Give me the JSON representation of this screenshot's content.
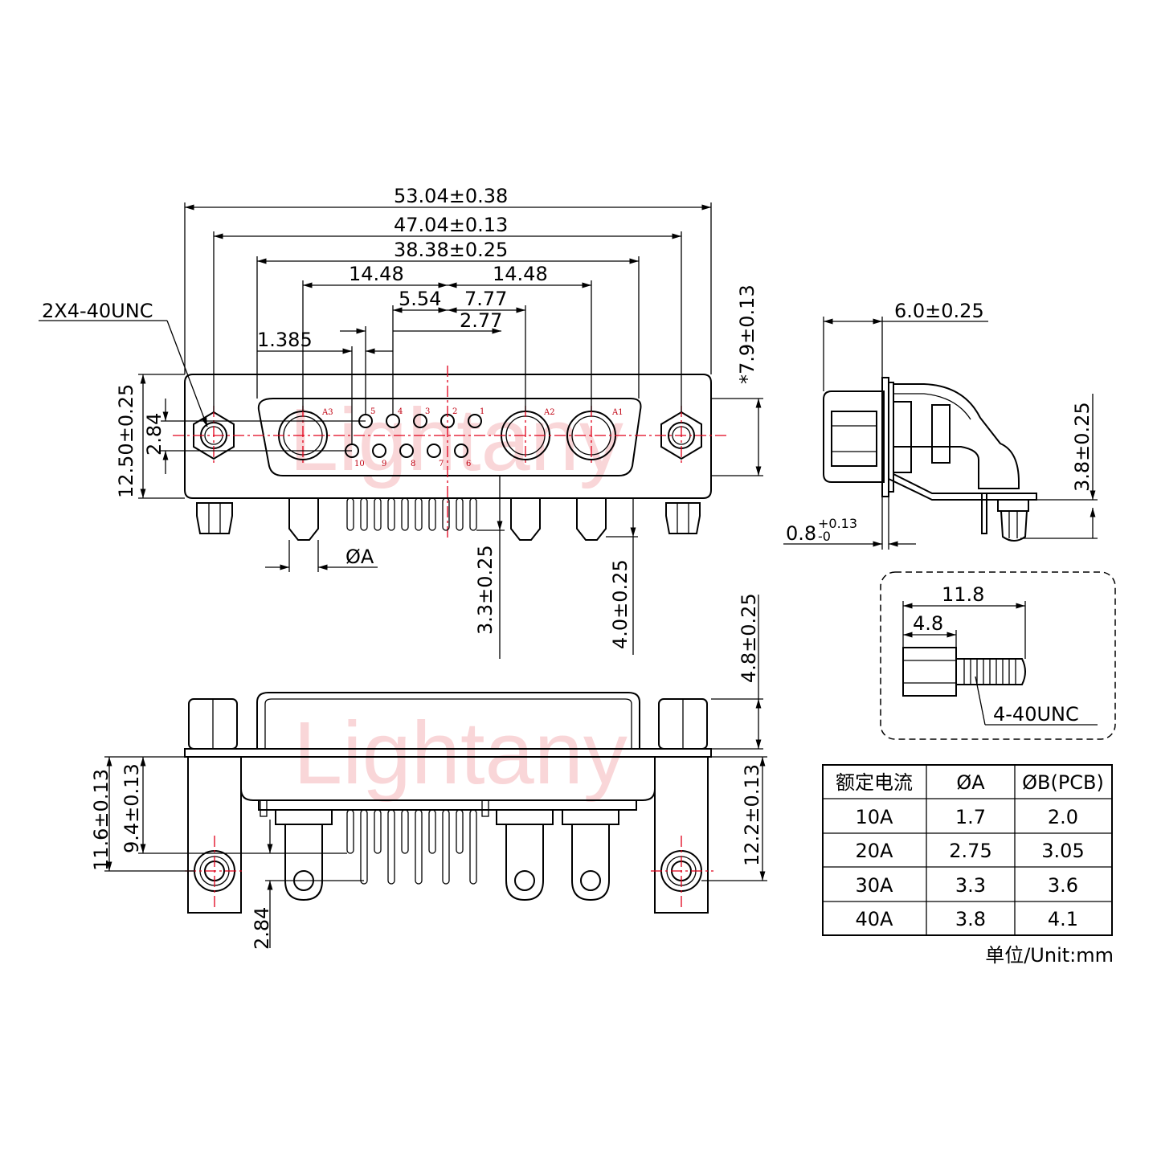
{
  "watermark": "Lightany",
  "front_view": {
    "dims": {
      "overall": "53.04±0.38",
      "mount_holes": "47.04±0.13",
      "shell": "38.38±0.25",
      "left_pitch": "14.48",
      "right_pitch": "14.48",
      "half_row1": "5.54",
      "a2_offset": "7.77",
      "row2_offset": "2.77",
      "stagger": "1.385",
      "thread": "2X4-40UNC",
      "height": "12.50±0.25",
      "row_spacing": "2.84",
      "flange_height": "*7.9±0.13",
      "pin_dia": "ØA",
      "pin_len_signal": "3.3±0.25",
      "pin_len_power": "4.0±0.25"
    },
    "pin_labels": [
      "A3",
      "5",
      "4",
      "3",
      "2",
      "1",
      "A2",
      "A1",
      "10",
      "9",
      "8",
      "7",
      "6"
    ]
  },
  "side_view": {
    "dims": {
      "depth": "6.0±0.25",
      "pin_height": "3.8±0.25",
      "plate": "0.8",
      "plate_tol_upper": "+0.13",
      "plate_tol_lower": "-0"
    }
  },
  "screw_detail": {
    "length": "11.8",
    "hex": "4.8",
    "thread": "4-40UNC"
  },
  "bottom_view": {
    "dims": {
      "hex_height": "4.8±0.25",
      "left_outer": "11.6±0.13",
      "left_inner": "9.4±0.13",
      "right": "12.2±0.13",
      "row": "2.84"
    }
  },
  "table": {
    "headers": [
      "额定电流",
      "ØA",
      "ØB(PCB)"
    ],
    "rows": [
      [
        "10A",
        "1.7",
        "2.0"
      ],
      [
        "20A",
        "2.75",
        "3.05"
      ],
      [
        "30A",
        "3.3",
        "3.6"
      ],
      [
        "40A",
        "3.8",
        "4.1"
      ]
    ],
    "unit_note": "单位/Unit:mm"
  }
}
